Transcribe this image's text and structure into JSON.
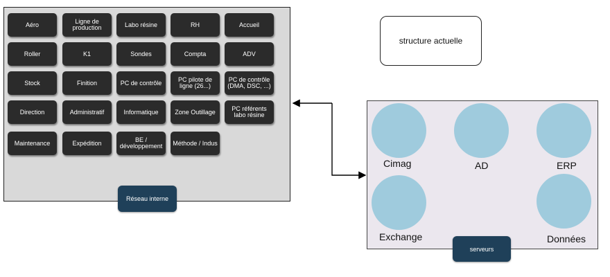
{
  "departments": [
    "Aéro",
    "Ligne de production",
    "Labo résine",
    "RH",
    "Accueil",
    "Roller",
    "K1",
    "Sondes",
    "Compta",
    "ADV",
    "Stock",
    "Finition",
    "PC de contrôle",
    "PC pilote de ligne (26...)",
    "PC de contrôle (DMA, DSC, ...)",
    "Direction",
    "Administratif",
    "Informatique",
    "Zone Outillage",
    "PC référents labo résine",
    "Maintenance",
    "Expédition",
    "BE / développement",
    "Méthode / Indus"
  ],
  "network_tag": "Réseau interne",
  "structure_label": "structure actuelle",
  "servers": [
    "Cimag",
    "AD",
    "ERP",
    "Exchange",
    "Données"
  ],
  "servers_tag": "serveurs",
  "colors": {
    "button_bg": "#2b2b2b",
    "panel_bg": "#d9d9d9",
    "server_panel_bg": "#ebe7ee",
    "circle": "#9fcbdd",
    "tag_bg": "#1f4059"
  }
}
